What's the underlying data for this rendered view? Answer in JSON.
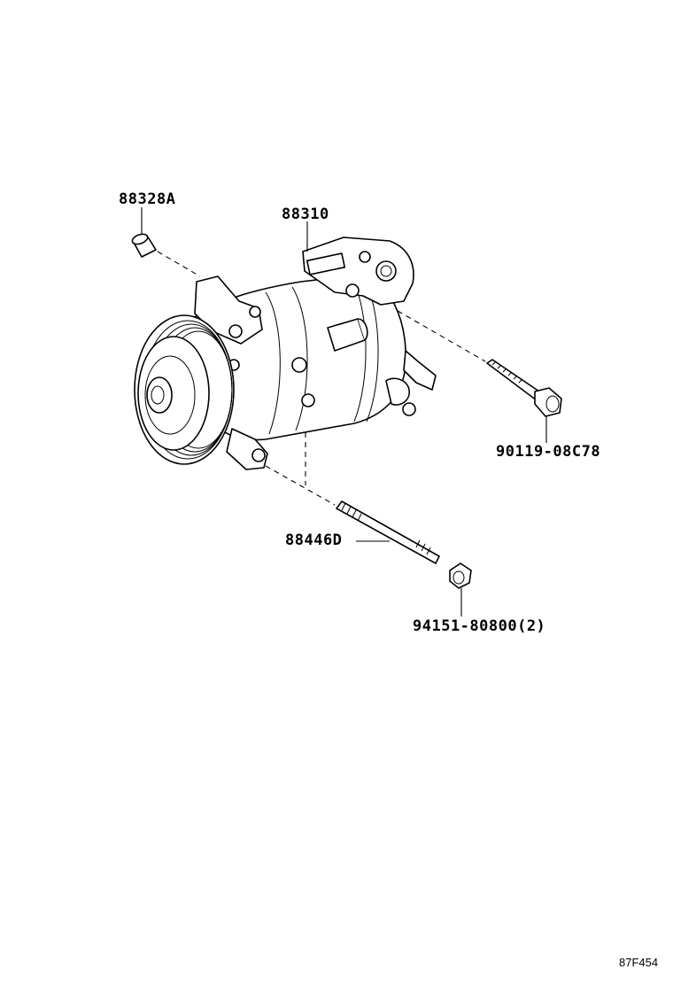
{
  "diagram": {
    "parts": [
      {
        "id": "p1",
        "label": "88328A"
      },
      {
        "id": "p2",
        "label": "88310"
      },
      {
        "id": "p3",
        "label": "90119-08C78"
      },
      {
        "id": "p4",
        "label": "88446D"
      },
      {
        "id": "p5",
        "label": "94151-80800(2)"
      }
    ],
    "reference_code": "87F454"
  }
}
